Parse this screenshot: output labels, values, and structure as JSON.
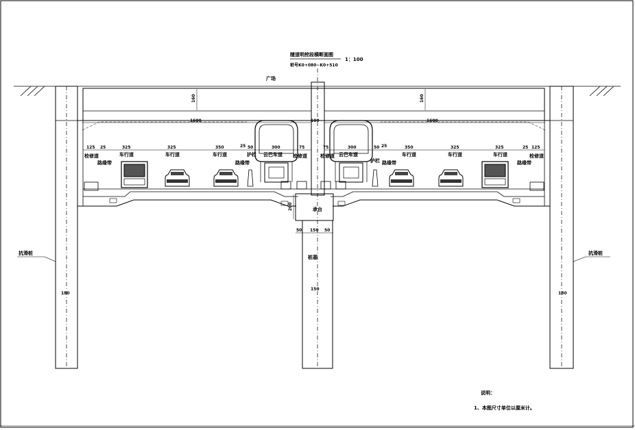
{
  "title": {
    "main": "隧道明挖段横断面图",
    "station": "桩号K0+080~K0+510",
    "scale": "1：100"
  },
  "plaza_label": "广场",
  "dimensions": {
    "roof_thickness": "160",
    "pier_width": "100",
    "half_width": "1600",
    "lane_widths_left": [
      "125",
      "25",
      "325",
      "325",
      "350",
      "25",
      "50",
      "300",
      "75"
    ],
    "lane_widths_right": [
      "75",
      "300",
      "50",
      "25",
      "350",
      "325",
      "325",
      "25",
      "125"
    ],
    "pile_cap_height": "200",
    "pile_dims": [
      "50",
      "150",
      "50"
    ],
    "pile_diameter": "150",
    "side_pile_diameter": "180"
  },
  "lane_labels": {
    "maintenance": "检修道",
    "curb": "路缘带",
    "carriageway": "车行道",
    "guardrail": "护栏",
    "skyrail": "云巴车道"
  },
  "structure_labels": {
    "pile_cap": "承台",
    "pile_foundation": "桩基",
    "slide_pile": "抗滑桩"
  },
  "notes": {
    "heading": "说明：",
    "items": [
      "1、本图尺寸单位以厘米计。"
    ]
  }
}
